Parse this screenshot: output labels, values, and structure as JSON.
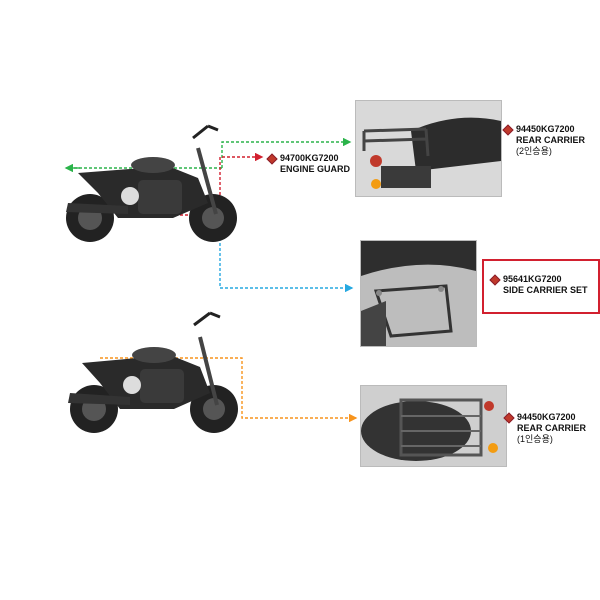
{
  "parts": [
    {
      "code": "94700KG7200",
      "name": "ENGINE GUARD",
      "note": ""
    },
    {
      "code": "94450KG7200",
      "name": "REAR CARRIER",
      "note": "(2인승용)"
    },
    {
      "code": "95641KG7200",
      "name": "SIDE CARRIER SET",
      "note": ""
    },
    {
      "code": "94450KG7200",
      "name": "REAR CARRIER",
      "note": "(1인승용)"
    }
  ],
  "colors": {
    "green_arrow": "#2bb34a",
    "red_arrow": "#d2202f",
    "blue_arrow": "#27a9e1",
    "orange_arrow": "#f7941d",
    "diamond": "#c0392b",
    "highlight_border": "#d2202f"
  },
  "icons": {
    "part_marker": "diamond-icon"
  }
}
